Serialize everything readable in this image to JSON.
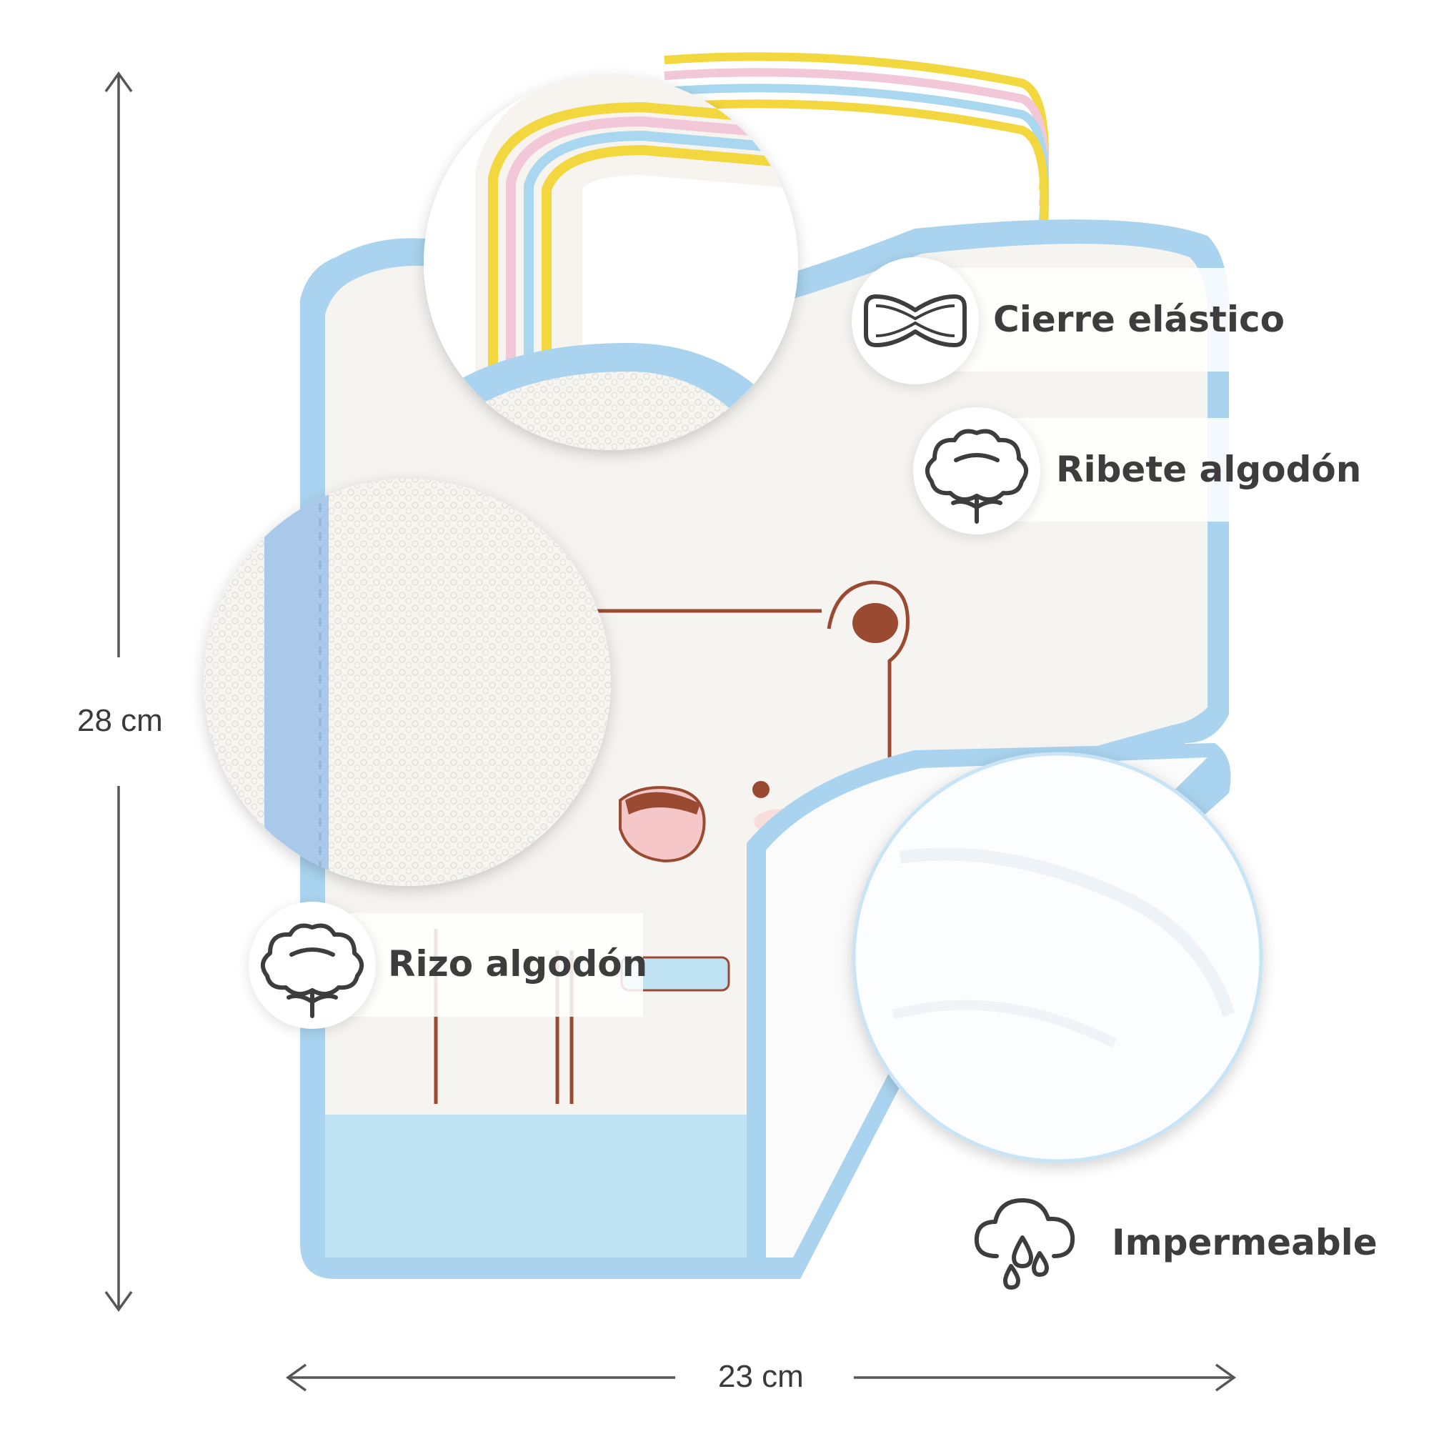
{
  "dimensions": {
    "height": "28 cm",
    "width": "23 cm"
  },
  "features": [
    {
      "label": "Cierre elástico",
      "icon": "elastic-band-icon"
    },
    {
      "label": "Ribete algodón",
      "icon": "cotton-flower-icon"
    },
    {
      "label": "Rizo algodón",
      "icon": "cotton-flower-icon"
    },
    {
      "label": "Impermeable",
      "icon": "rain-cloud-icon"
    }
  ],
  "colors": {
    "trim_blue": "#a9d3ee",
    "fabric_white": "#f6f4f1",
    "embroidery_brown": "#9a4a30",
    "text": "#3d3d3d"
  }
}
